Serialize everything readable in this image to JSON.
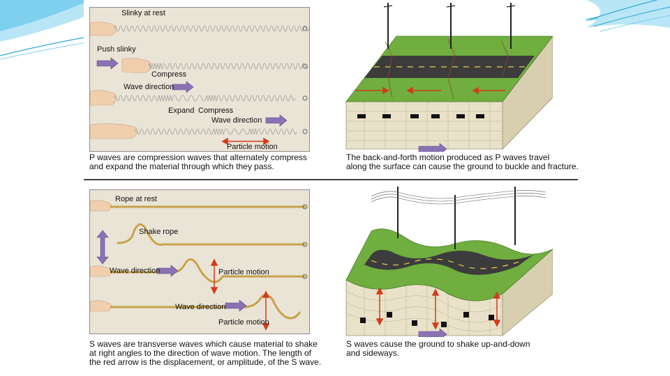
{
  "accent_colors": {
    "wave_arrow": "#8a72b5",
    "particle_arrow": "#d43a1a",
    "ground": "#5e9a36",
    "road": "#3c3c3c",
    "banner": "#2aa7d6"
  },
  "p_waves": {
    "labels": {
      "slinky_rest": "Slinky at rest",
      "push": "Push slinky",
      "compress": "Compress",
      "wave_dir1": "Wave direction",
      "expand": "Expand",
      "compress2": "Compress",
      "wave_dir2": "Wave direction",
      "particle": "Particle motion"
    },
    "caption_left": "P waves are compression waves that alternately compress\nand expand the material through which they pass.",
    "caption_right": "The back-and-forth motion produced as P waves travel\nalong the surface can cause the ground to buckle and fracture."
  },
  "s_waves": {
    "labels": {
      "rope_rest": "Rope at rest",
      "shake": "Shake rope",
      "wave_dir1": "Wave direction",
      "particle1": "Particle motion",
      "wave_dir2": "Wave direction",
      "particle2": "Particle motion"
    },
    "caption_left": "S waves are transverse waves which cause material to shake\nat right angles to the direction of wave motion. The length of\nthe red arrow is the displacement, or amplitude, of the S wave.",
    "caption_right": "S waves cause the ground to shake up-and-down\nand sideways."
  }
}
